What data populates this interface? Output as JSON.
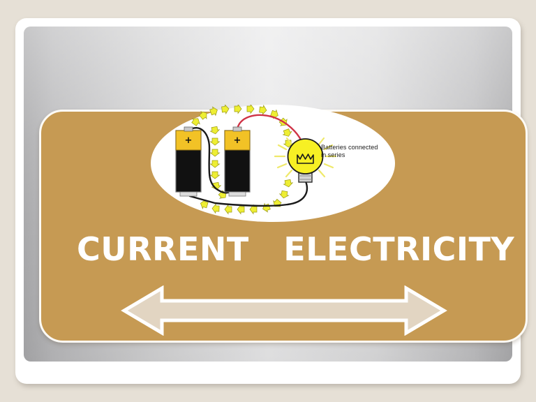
{
  "slide": {
    "title": "CURRENT   ELECTRICITY",
    "background_color": "#e6e0d6",
    "card_color": "#ffffff",
    "panel_gray_color": "#d6d6d7",
    "panel_tan_color": "#c69a53",
    "title_color": "#ffffff"
  },
  "illustration": {
    "name": "series-battery-circuit",
    "caption": "Batteries connected\nin series",
    "caption_line1": "Batteries connected",
    "caption_line2": "in series",
    "battery_top_color": "#f2c226",
    "battery_body_color": "#111111",
    "bulb_color": "#f7f024",
    "arrow_flow_color": "#e8e82a",
    "wire_red_color": "#cf3347",
    "wire_black_color": "#1a1a1a",
    "battery_terminal_label": "+",
    "battery_count": 2,
    "bulb_count": 1
  },
  "arrow_graphic": {
    "name": "double-headed-arrow",
    "fill_color": "#e2d5c2",
    "outline_color": "#ffffff",
    "direction": "both"
  }
}
